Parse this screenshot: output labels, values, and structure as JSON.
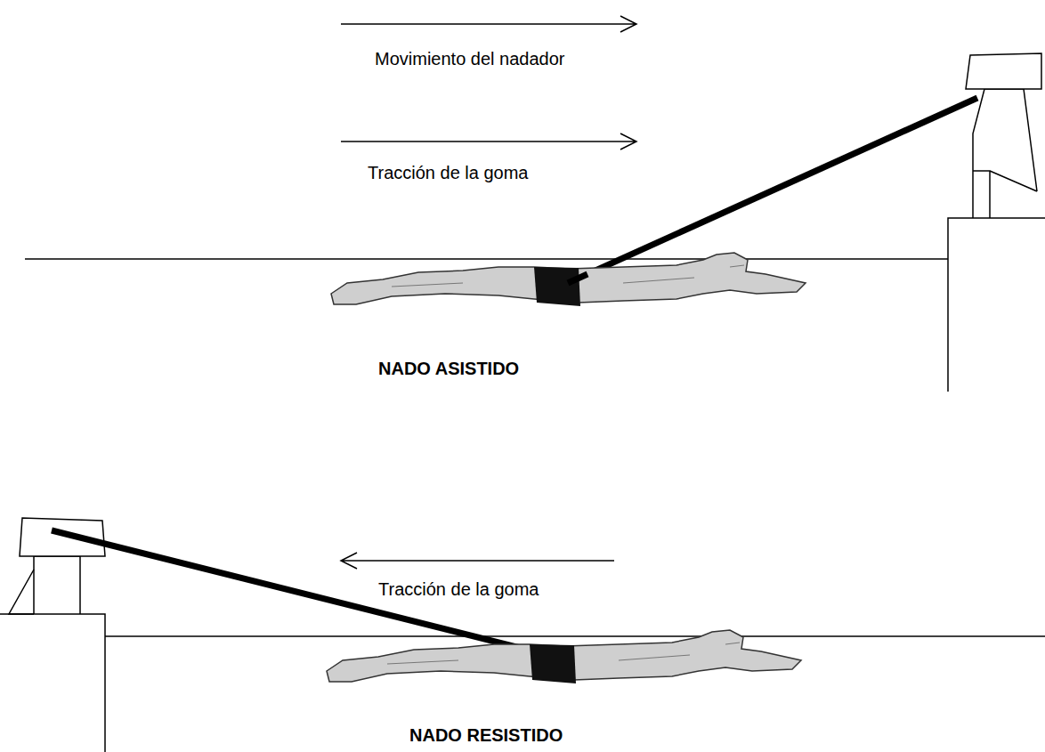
{
  "diagram": {
    "labels": [
      "Movimiento del nadador",
      "Tracción de la goma",
      "Tracción de la goma",
      "NADO ASISTIDO",
      "NADO RESISTIDO"
    ]
  }
}
